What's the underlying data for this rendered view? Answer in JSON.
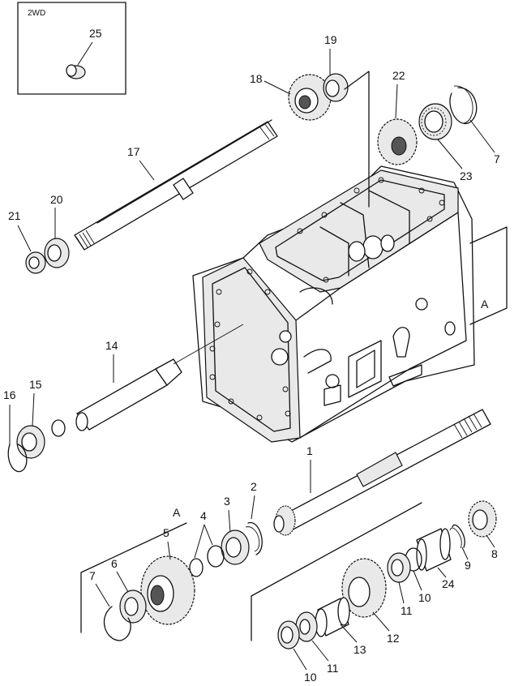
{
  "inset": {
    "label": "2WD",
    "part": "25"
  },
  "labels": {
    "p1": "1",
    "p2": "2",
    "p3": "3",
    "p4": "4",
    "p5": "5",
    "p6": "6",
    "p7a": "7",
    "p7b": "7",
    "p8": "8",
    "p9": "9",
    "p10a": "10",
    "p10b": "10",
    "p11a": "11",
    "p11b": "11",
    "p12": "12",
    "p13": "13",
    "p14": "14",
    "p15": "15",
    "p16": "16",
    "p17": "17",
    "p18": "18",
    "p19": "19",
    "p20": "20",
    "p21": "21",
    "p22": "22",
    "p23": "23",
    "p24": "24",
    "ref_a1": "A",
    "ref_a2": "A"
  }
}
